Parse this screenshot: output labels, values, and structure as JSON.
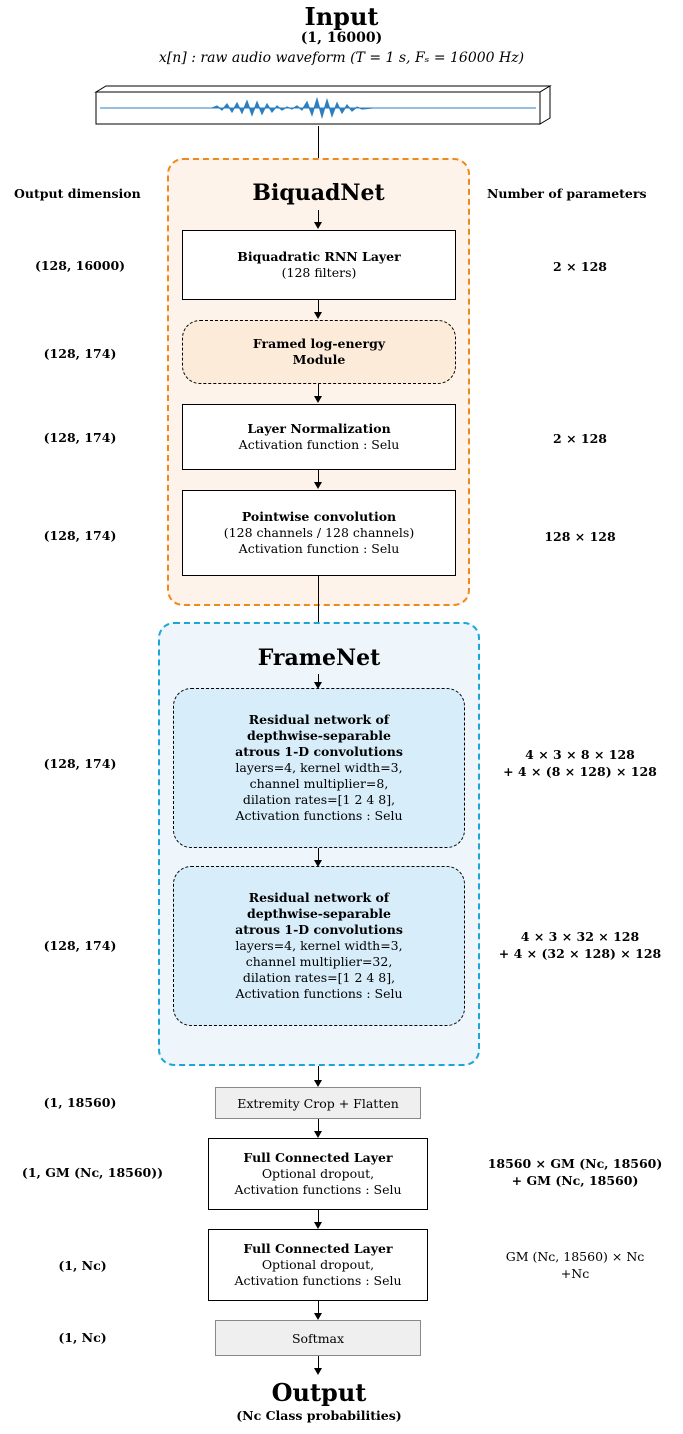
{
  "input": {
    "title": "Input",
    "dims": "(1, 16000)",
    "desc": "x[n] : raw audio waveform (T = 1 s, Fₛ = 16000 Hz)"
  },
  "headers": {
    "left": "Output dimension",
    "right": "Number of parameters"
  },
  "biquad": {
    "title": "BiquadNet",
    "rnn": {
      "title": "Biquadratic RNN Layer",
      "sub": "(128 filters)",
      "dim": "(128, 16000)",
      "params": "2 × 128"
    },
    "logenergy": {
      "line1": "Framed log-energy",
      "line2": "Module",
      "dim": "(128, 174)"
    },
    "layernorm": {
      "title": "Layer Normalization",
      "sub": "Activation function : Selu",
      "dim": "(128, 174)",
      "params": "2 × 128"
    },
    "pointwise": {
      "title": "Pointwise convolution",
      "sub1": "(128 channels / 128 channels)",
      "sub2": "Activation function : Selu",
      "dim": "(128, 174)",
      "params": "128 × 128"
    }
  },
  "framenet": {
    "title": "FrameNet",
    "res1": {
      "t1": "Residual network of",
      "t2": "depthwise-separable",
      "t3": "atrous 1-D convolutions",
      "l1": "layers=4, kernel width=3,",
      "l2": "channel multiplier=8,",
      "l3": "dilation rates=[1 2 4 8],",
      "l4": "Activation functions : Selu",
      "dim": "(128, 174)",
      "p1": "4 × 3 × 8 × 128",
      "p2": "+ 4 × (8 × 128) × 128"
    },
    "res2": {
      "t1": "Residual network of",
      "t2": "depthwise-separable",
      "t3": "atrous 1-D convolutions",
      "l1": "layers=4, kernel width=3,",
      "l2": "channel multiplier=32,",
      "l3": "dilation rates=[1 2 4 8],",
      "l4": "Activation functions : Selu",
      "dim": "(128, 174)",
      "p1": "4 × 3 × 32 × 128",
      "p2": "+ 4 × (32 × 128) × 128"
    }
  },
  "crop": {
    "label": "Extremity Crop + Flatten",
    "dim": "(1, 18560)"
  },
  "fc1": {
    "title": "Full Connected Layer",
    "l1": "Optional dropout,",
    "l2": "Activation functions : Selu",
    "dim": "(1, GM (Nᴄ, 18560))",
    "p1": "18560 × GM (Nᴄ, 18560)",
    "p2": "+ GM (Nᴄ, 18560)"
  },
  "fc2": {
    "title": "Full Connected Layer",
    "l1": "Optional dropout,",
    "l2": "Activation functions : Selu",
    "dim": "(1, Nᴄ)",
    "p1": "GM (Nᴄ, 18560) × Nᴄ",
    "p2": "+Nᴄ"
  },
  "softmax": {
    "label": "Softmax",
    "dim": "(1, Nᴄ)"
  },
  "output": {
    "title": "Output",
    "sub": "(Nᴄ Class probabilities)"
  },
  "colors": {
    "biquad_border": "#ee8a1c",
    "biquad_fill": "#fdf3ea",
    "framenet_border": "#1aa6d8",
    "framenet_fill": "#eef6fb",
    "res_fill": "#d7edf9",
    "log_fill": "#fcebd9",
    "wave": "#2a7fc0"
  }
}
